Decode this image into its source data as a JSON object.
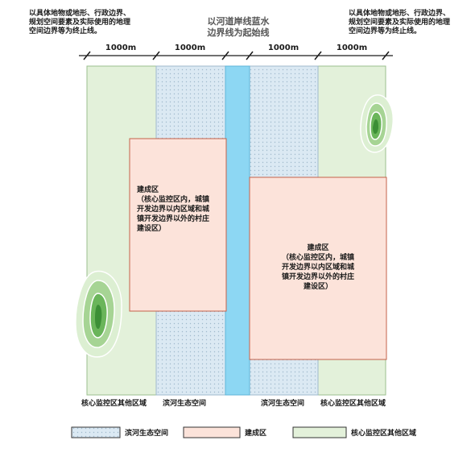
{
  "notes": {
    "top_left": "以具体地物或地形、行政边界、\n规划空间要素及实际使用的地理\n空间边界等为终止线。",
    "top_center": "以河道岸线蓝水\n边界线为起始线",
    "top_right": "以具体地物或地形、行政边界、\n规划空间要素及实际使用的地理\n空间边界等为终止线。"
  },
  "dimensions": [
    "1000m",
    "1000m",
    "1000m",
    "1000m"
  ],
  "built_zone_left": "建成区\n（核心监控区内，城镇\n开发边界以内区域和城\n镇开发边界以外的村庄\n建设区）",
  "built_zone_right": "建成区\n（核心监控区内，城镇\n开发边界以内区域和城\n镇开发边界以外的村庄\n建设区）",
  "bottom_labels": {
    "far_left": "核心监控区其他区域",
    "left_riverside": "滨河生态空间",
    "right_riverside": "滨河生态空间",
    "far_right": "核心监控区其他区域"
  },
  "legend": [
    {
      "label": "滨河生态空间",
      "color": "#dbe9f3"
    },
    {
      "label": "建成区",
      "color": "#fce3da"
    },
    {
      "label": "核心监控区其他区域",
      "color": "#e3f1da"
    }
  ],
  "colors": {
    "river": "#8dd7f3",
    "green_zone": "#e3f1da",
    "riverside": "#dbe9f3",
    "built": "#fce3da"
  }
}
